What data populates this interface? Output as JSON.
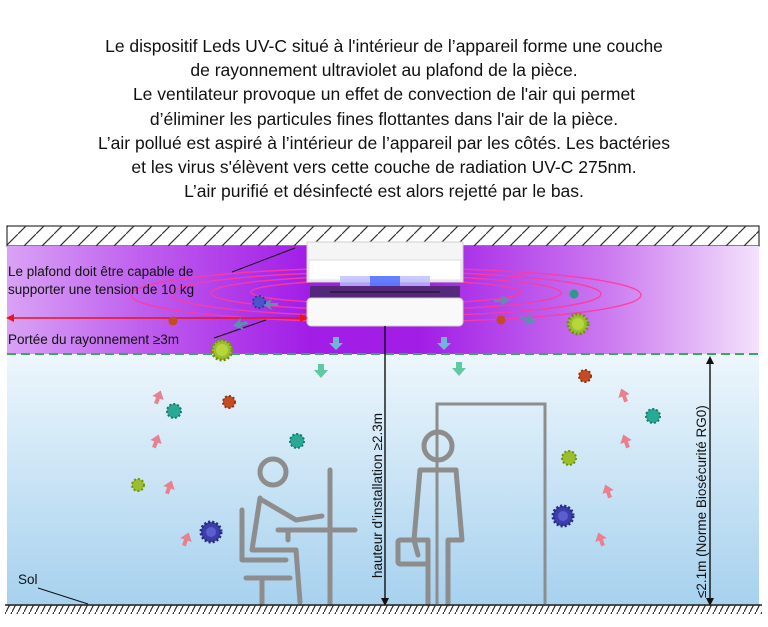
{
  "description_lines": [
    "Le dispositif Leds UV-C situé à l'intérieur de l’appareil forme une couche",
    "de rayonnement ultraviolet au plafond de la pièce.",
    "Le ventilateur provoque un effet de convection de l'air qui permet",
    "d’éliminer les particules fines flottantes dans l'air de la pièce.",
    "L’air pollué est aspiré à l’intérieur de l’appareil par les côtés. Les bactéries",
    "et les virus s'élèvent vers cette couche de radiation UV-C 275nm.",
    "L’air purifié et désinfecté est alors rejetté par le bas."
  ],
  "labels": {
    "ceiling_line1": "Le plafond doit être capable de",
    "ceiling_line2": "supporter une tension de 10 kg",
    "range": "Portée du rayonnement ≥3m",
    "install_height": "hauteur d’installation ≥2.3m",
    "safety_height": "≤2.1m (Norme Biosécurité RG0)",
    "floor": "Sol"
  },
  "colors": {
    "uv_purple": "#a21ee6",
    "uv_light": "#efd6fb",
    "room_top": "#e9f4fb",
    "room_bottom": "#a9d3ef",
    "air_arrow_up": "#e88090",
    "air_arrow_down": "#5fc9a4",
    "range_arrow": "#e8141c",
    "boundary": "#3aa85a",
    "figure": "#8d8d8d"
  }
}
